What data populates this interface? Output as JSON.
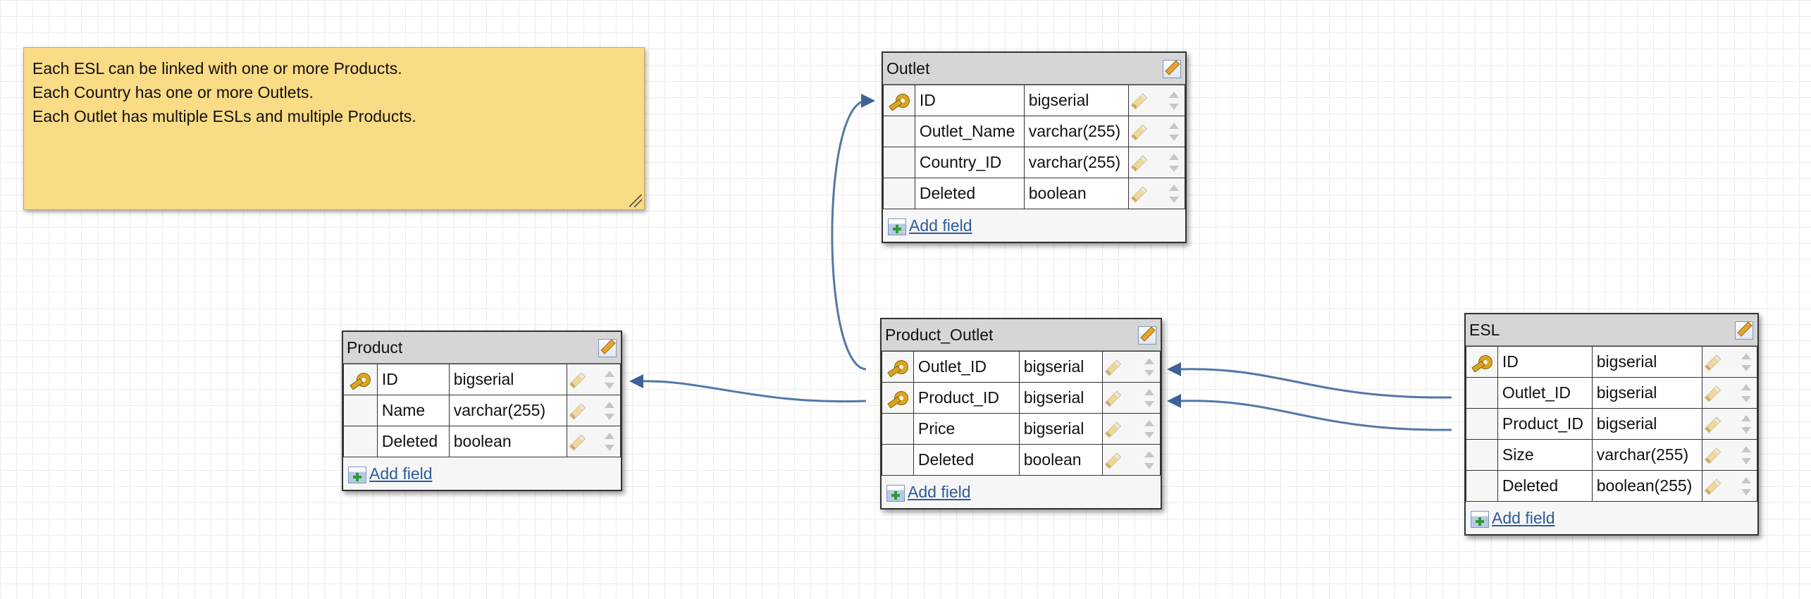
{
  "note": {
    "lines": [
      "Each ESL can be linked with one or more Products.",
      "Each Country has one or more Outlets.",
      "Each Outlet has multiple ESLs and multiple Products."
    ]
  },
  "colors": {
    "note_background": "#fadb86",
    "entity_header": "#d6d6d6",
    "connector": "#5377a8",
    "link": "#2d5b9a"
  },
  "add_field_label": "Add field",
  "entities": {
    "outlet": {
      "name": "Outlet",
      "fields": [
        {
          "name": "ID",
          "type": "bigserial",
          "primary_key": true
        },
        {
          "name": "Outlet_Name",
          "type": "varchar(255)",
          "primary_key": false
        },
        {
          "name": "Country_ID",
          "type": "varchar(255)",
          "primary_key": false
        },
        {
          "name": "Deleted",
          "type": "boolean",
          "primary_key": false
        }
      ]
    },
    "product": {
      "name": "Product",
      "fields": [
        {
          "name": "ID",
          "type": "bigserial",
          "primary_key": true
        },
        {
          "name": "Name",
          "type": "varchar(255)",
          "primary_key": false
        },
        {
          "name": "Deleted",
          "type": "boolean",
          "primary_key": false
        }
      ]
    },
    "product_outlet": {
      "name": "Product_Outlet",
      "fields": [
        {
          "name": "Outlet_ID",
          "type": "bigserial",
          "primary_key": true
        },
        {
          "name": "Product_ID",
          "type": "bigserial",
          "primary_key": true
        },
        {
          "name": "Price",
          "type": "bigserial",
          "primary_key": false
        },
        {
          "name": "Deleted",
          "type": "boolean",
          "primary_key": false
        }
      ]
    },
    "esl": {
      "name": "ESL",
      "fields": [
        {
          "name": "ID",
          "type": "bigserial",
          "primary_key": true
        },
        {
          "name": "Outlet_ID",
          "type": "bigserial",
          "primary_key": false
        },
        {
          "name": "Product_ID",
          "type": "bigserial",
          "primary_key": false
        },
        {
          "name": "Size",
          "type": "varchar(255)",
          "primary_key": false
        },
        {
          "name": "Deleted",
          "type": "boolean(255)",
          "primary_key": false
        }
      ]
    }
  },
  "relationships": [
    {
      "from": "product_outlet.Outlet_ID",
      "to": "outlet.ID"
    },
    {
      "from": "product_outlet.Product_ID",
      "to": "product.ID"
    },
    {
      "from": "esl.Outlet_ID",
      "to": "product_outlet.Outlet_ID"
    },
    {
      "from": "esl.Product_ID",
      "to": "product_outlet.Product_ID"
    }
  ]
}
